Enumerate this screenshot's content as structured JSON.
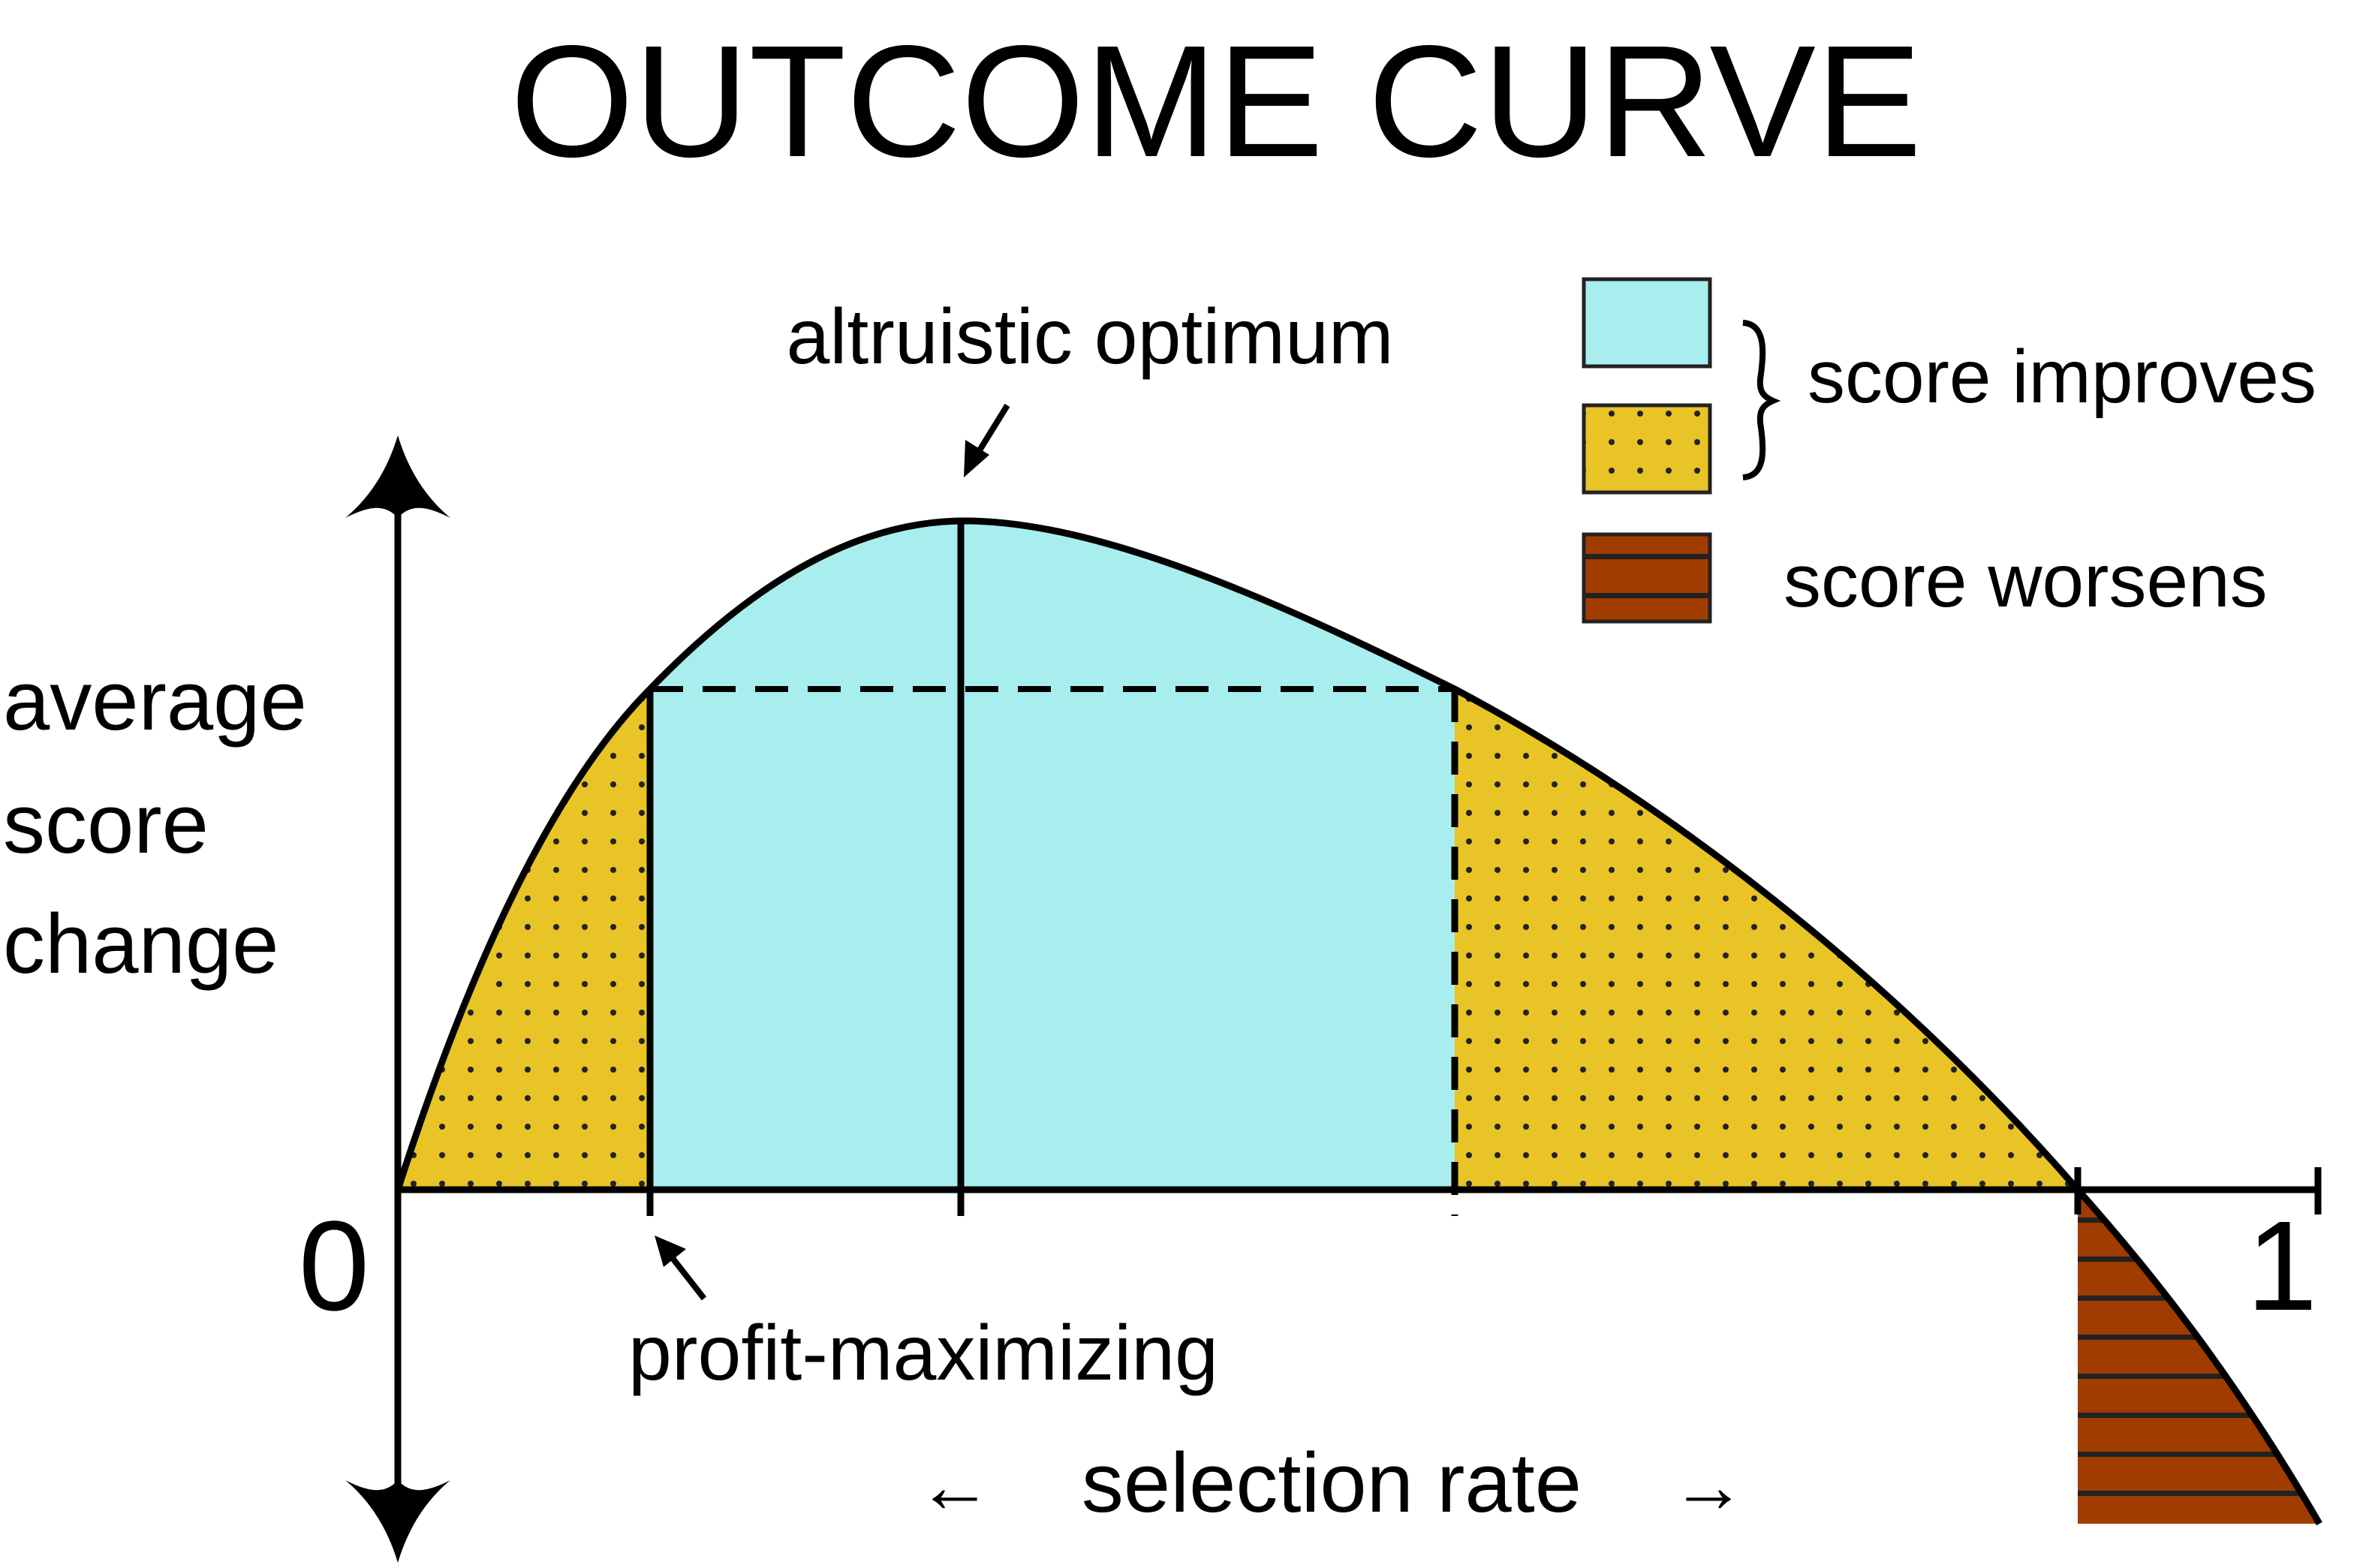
{
  "title": "OUTCOME CURVE",
  "y_axis_label": [
    "average",
    "score",
    "change"
  ],
  "x_axis_label": "selection rate",
  "x_axis_label_left_arrow": "←",
  "x_axis_label_right_arrow": "→",
  "origin_label": "0",
  "x_max_label": "1",
  "annotations": {
    "altruistic_optimum": "altruistic optimum",
    "profit_maximizing": "profit-maximizing"
  },
  "legend": {
    "improves_label": "score improves",
    "worsens_label": "score worsens",
    "colors": {
      "cyan": "#A8EEEE",
      "gold": "#E8C426",
      "brown": "#A03C00"
    }
  }
}
